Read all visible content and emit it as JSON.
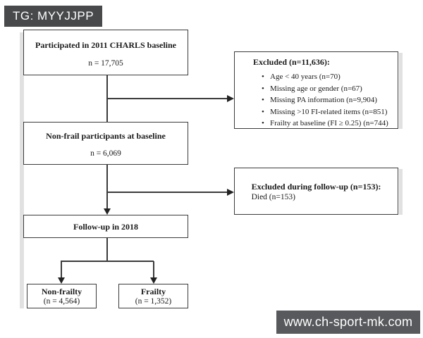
{
  "tag": {
    "label": "TG: MYYJJPP"
  },
  "watermark": {
    "label": "www.ch-sport-mk.com"
  },
  "flowchart": {
    "baseline_box": {
      "title": "Participated in 2011 CHARLS baseline",
      "n": "n = 17,705"
    },
    "excluded_box": {
      "title": "Excluded (n=11,636):",
      "items": [
        "Age < 40 years (n=70)",
        "Missing age or gender (n=67)",
        "Missing PA information (n=9,904)",
        "Missing >10 FI-related items (n=851)",
        "Frailty at baseline (FI ≥ 0.25) (n=744)"
      ]
    },
    "nonfrail_box": {
      "title": "Non-frail participants at baseline",
      "n": "n = 6,069"
    },
    "followup_excluded_box": {
      "title": "Excluded during follow-up (n=153):",
      "line": "Died (n=153)"
    },
    "followup_box": {
      "title": "Follow-up in 2018"
    },
    "nonfrailty_box": {
      "title": "Non-frailty",
      "n": "(n = 4,564)"
    },
    "frailty_box": {
      "title": "Frailty",
      "n": "(n = 1,352)"
    }
  },
  "colors": {
    "tag_background": "#47494b",
    "watermark_background": "#57595c",
    "box_border": "#3b3b3b",
    "text": "#1a1a1a",
    "page_background": "#ffffff"
  }
}
